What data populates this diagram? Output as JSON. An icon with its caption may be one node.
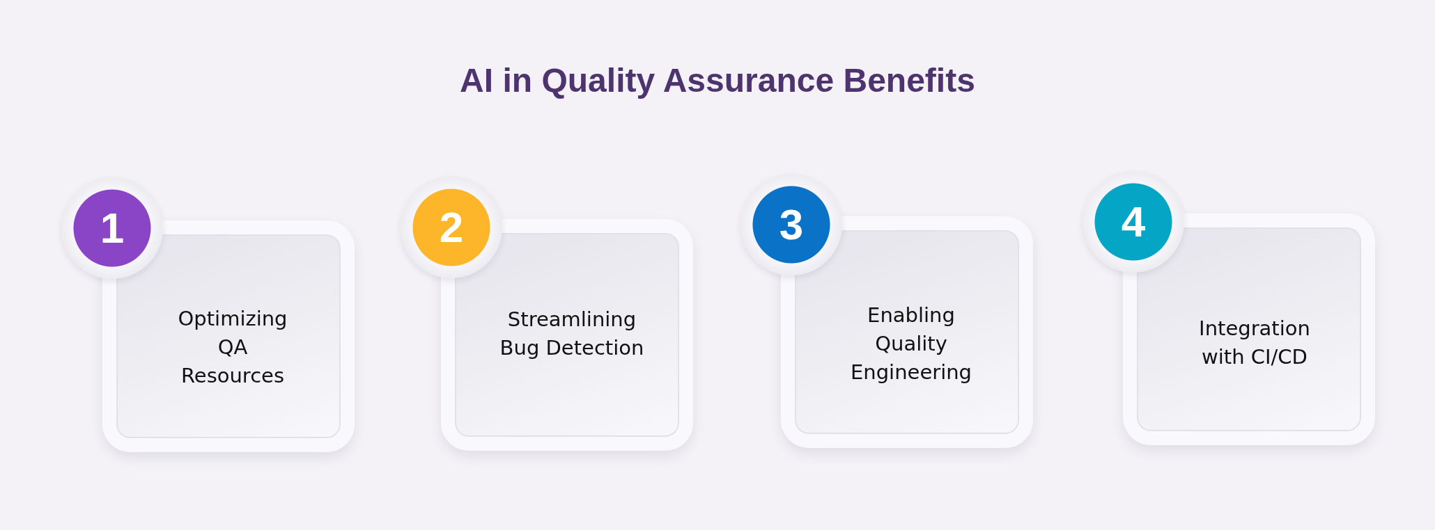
{
  "diagram": {
    "title": "AI in Quality Assurance Benefits",
    "nodes": [
      {
        "text": [
          "1"
        ]
      },
      {
        "text": [
          "Optimizing QA Resources"
        ]
      },
      {
        "text": [
          "2"
        ]
      },
      {
        "text": [
          "Streamlining Bug Detection"
        ]
      },
      {
        "text": [
          "3"
        ]
      },
      {
        "text": [
          "Enabling Quality Engineering"
        ]
      },
      {
        "text": [
          "4"
        ]
      },
      {
        "text": [
          "Integration with CI/CD"
        ]
      }
    ]
  }
}
